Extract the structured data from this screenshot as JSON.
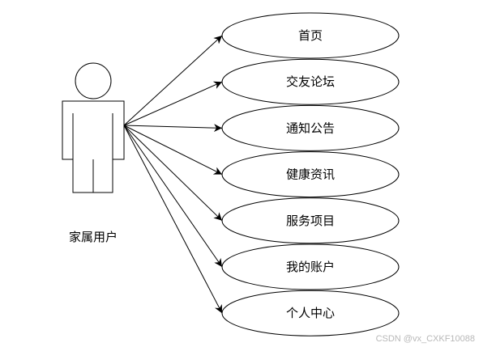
{
  "actor": {
    "name": "家属用户"
  },
  "use_cases": [
    {
      "label": "首页"
    },
    {
      "label": "交友论坛"
    },
    {
      "label": "通知公告"
    },
    {
      "label": "健康资讯"
    },
    {
      "label": "服务项目"
    },
    {
      "label": "我的账户"
    },
    {
      "label": "个人中心"
    }
  ],
  "watermark": "CSDN @vx_CXKF10088",
  "colors": {
    "stroke": "#000000",
    "watermark": "#b8b8b8"
  }
}
